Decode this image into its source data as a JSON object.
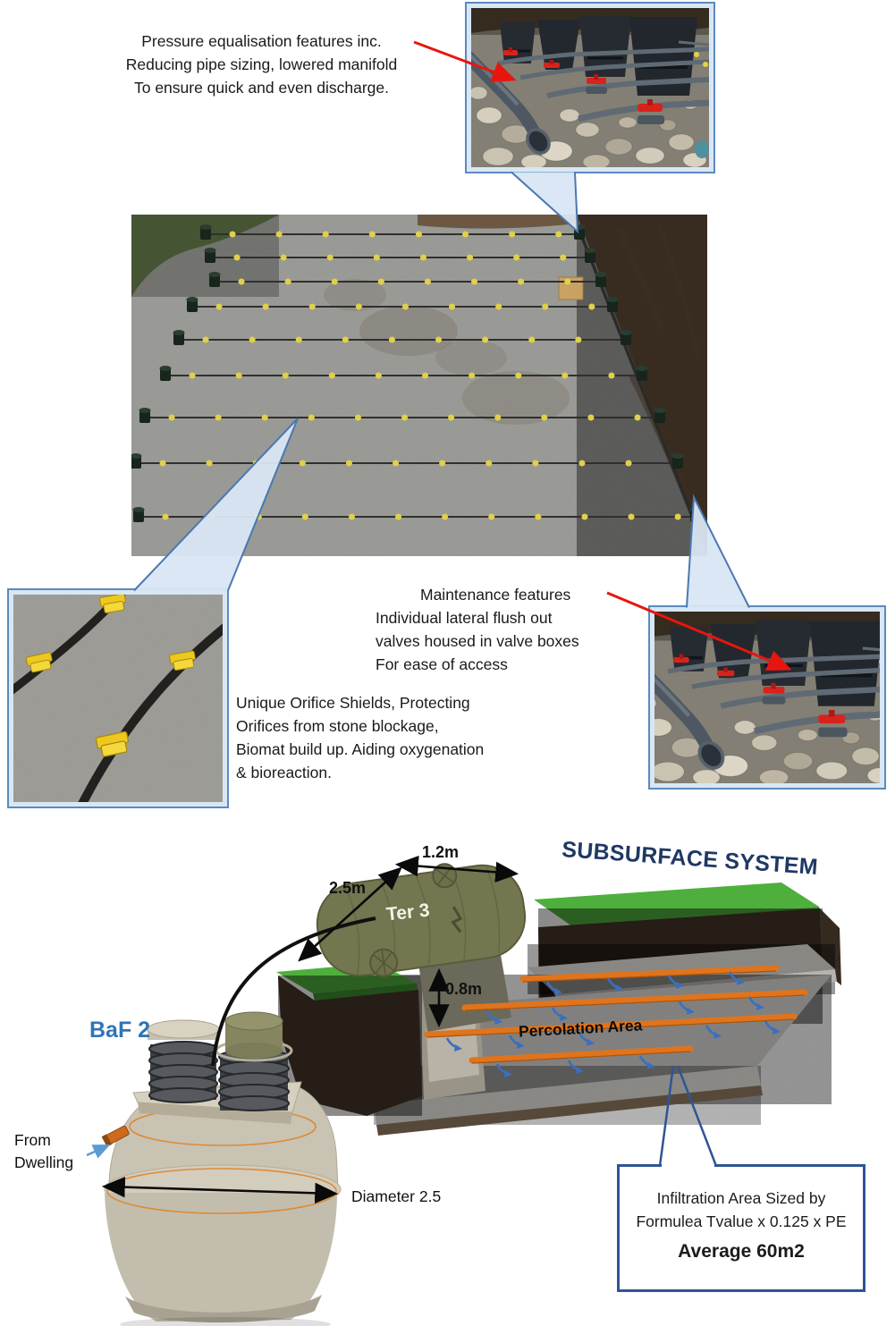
{
  "notes": {
    "pressure": {
      "line1": "Pressure equalisation features inc.",
      "line2": "Reducing pipe sizing, lowered manifold",
      "line3": "To ensure quick and even discharge."
    },
    "maintenance": {
      "line1": "Maintenance features",
      "line2": "Individual lateral flush out",
      "line3": "valves housed in valve boxes",
      "line4": "For ease of access"
    },
    "orifice": {
      "line1": "Unique Orifice Shields, Protecting",
      "line2": "Orifices from stone blockage,",
      "line3": "Biomat build up. Aiding oxygenation",
      "line4": "& bioreaction."
    }
  },
  "diagram": {
    "title": "SUBSURFACE SYSTEM",
    "tank_top_label": "Ter 3",
    "tank_front_label": "BaF 2",
    "dim_width": "1.2m",
    "dim_length": "2.5m",
    "dim_depth": "0.8m",
    "from_dwelling_line1": "From",
    "from_dwelling_line2": "Dwelling",
    "diameter_label": "Diameter 2.5",
    "percolation_label": "Percolation Area",
    "infiltration": {
      "line1": "Infiltration Area Sized by",
      "line2": "Formulea Tvalue x 0.125 x PE",
      "line3": "Average 60m2"
    }
  },
  "colors": {
    "arrow_red": "#e8150f",
    "callout_fill": "#d9e6f3",
    "callout_border": "#4a78b0",
    "title_navy": "#1f3864",
    "baf2_blue": "#2e75b6",
    "pipe_orange": "#e0741c",
    "grass_green": "#4faf3d",
    "infiltration_border": "#2f5496",
    "orifice_shield_yellow": "#edc91f"
  }
}
